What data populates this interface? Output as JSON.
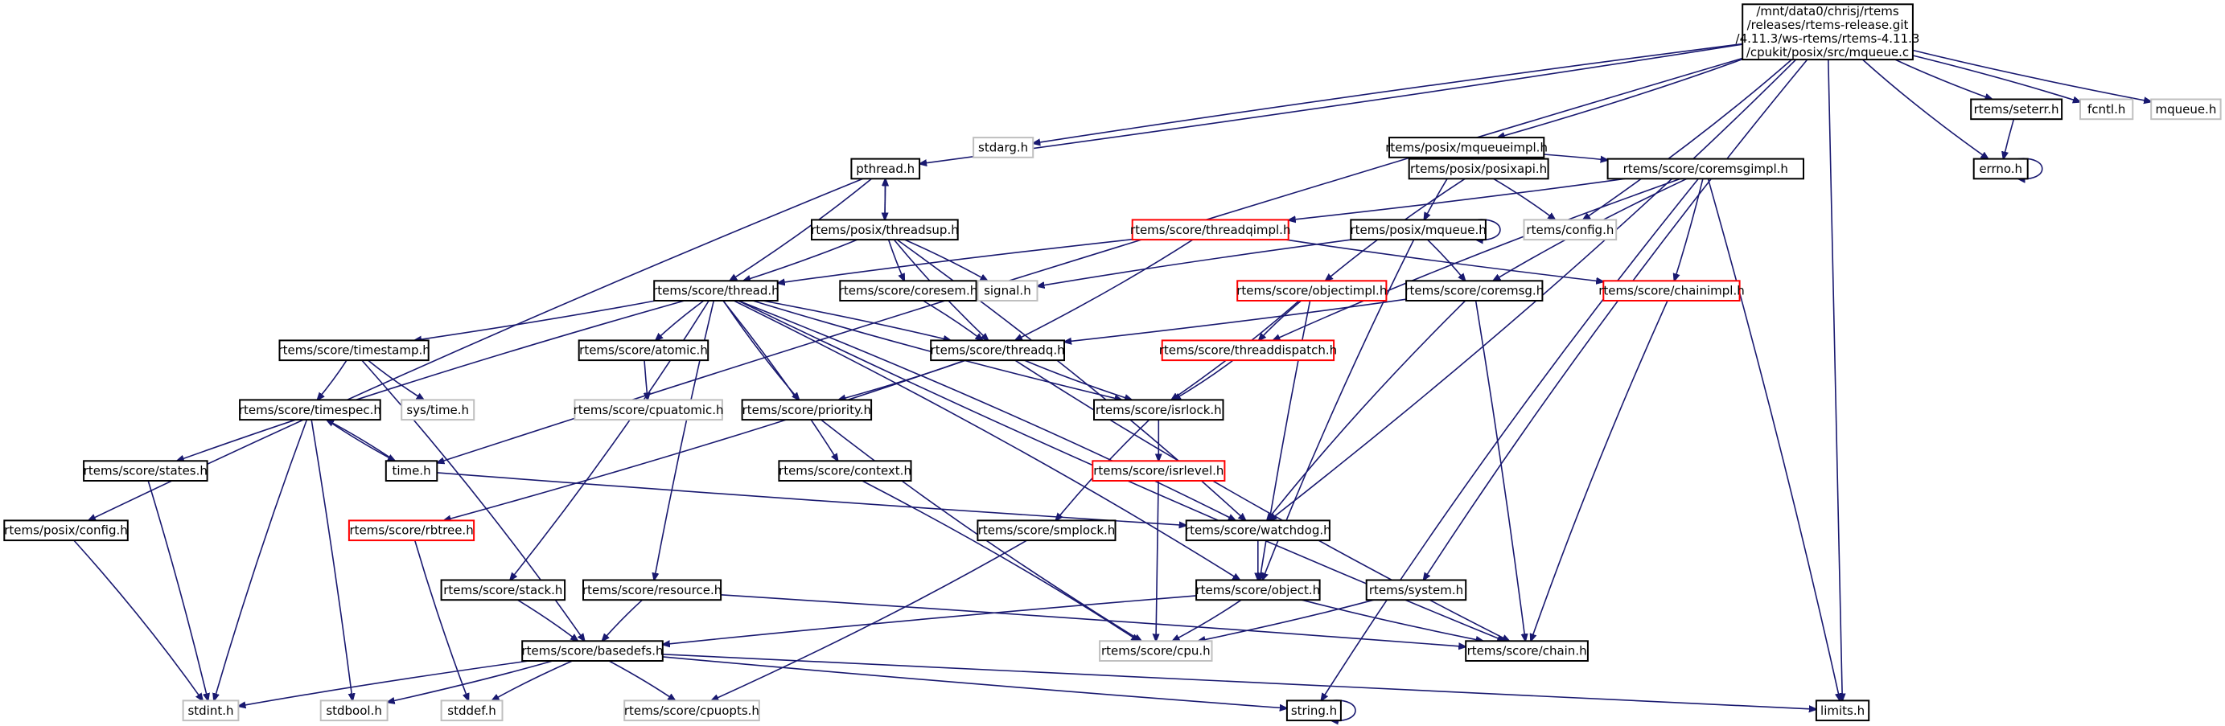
{
  "title": "Include dependency graph for mqueue.c",
  "colors": {
    "edge": "#191970",
    "root_fill": "#bfbfbf",
    "documented_border": "#000000",
    "undocumented_border": "#bfbfbf",
    "truncated_border": "#ff0000"
  },
  "nodes": [
    {
      "id": "root",
      "label": "/mnt/data0/chrisj/rtems\n/releases/rtems-release.git\n/4.11.3/ws-rtems/rtems-4.11.3\n/cpukit/posix/src/mqueue.c",
      "kind": "root"
    },
    {
      "id": "stdarg",
      "label": "stdarg.h",
      "kind": "external"
    },
    {
      "id": "mqueueimpl",
      "label": "rtems/posix/mqueueimpl.h",
      "kind": "documented"
    },
    {
      "id": "seterr",
      "label": "rtems/seterr.h",
      "kind": "documented"
    },
    {
      "id": "fcntl",
      "label": "fcntl.h",
      "kind": "external"
    },
    {
      "id": "mqueue_sys",
      "label": "mqueue.h",
      "kind": "external"
    },
    {
      "id": "pthread",
      "label": "pthread.h",
      "kind": "documented"
    },
    {
      "id": "errno",
      "label": "errno.h",
      "kind": "documented"
    },
    {
      "id": "posixapi",
      "label": "rtems/posix/posixapi.h",
      "kind": "documented"
    },
    {
      "id": "coremsgimpl",
      "label": "rtems/score/coremsgimpl.h",
      "kind": "documented"
    },
    {
      "id": "threadsup",
      "label": "rtems/posix/threadsup.h",
      "kind": "documented"
    },
    {
      "id": "threadqimpl",
      "label": "rtems/score/threadqimpl.h",
      "kind": "truncated"
    },
    {
      "id": "posix_mqueue",
      "label": "rtems/posix/mqueue.h",
      "kind": "documented"
    },
    {
      "id": "config",
      "label": "rtems/config.h",
      "kind": "external"
    },
    {
      "id": "thread",
      "label": "rtems/score/thread.h",
      "kind": "documented"
    },
    {
      "id": "coresem",
      "label": "rtems/score/coresem.h",
      "kind": "documented"
    },
    {
      "id": "signal",
      "label": "signal.h",
      "kind": "external"
    },
    {
      "id": "objectimpl",
      "label": "rtems/score/objectimpl.h",
      "kind": "truncated"
    },
    {
      "id": "coremsg",
      "label": "rtems/score/coremsg.h",
      "kind": "documented"
    },
    {
      "id": "chainimpl",
      "label": "rtems/score/chainimpl.h",
      "kind": "truncated"
    },
    {
      "id": "timestamp",
      "label": "rtems/score/timestamp.h",
      "kind": "documented"
    },
    {
      "id": "atomic",
      "label": "rtems/score/atomic.h",
      "kind": "documented"
    },
    {
      "id": "threadq",
      "label": "rtems/score/threadq.h",
      "kind": "documented"
    },
    {
      "id": "threaddispatch",
      "label": "rtems/score/threaddispatch.h",
      "kind": "truncated"
    },
    {
      "id": "systime",
      "label": "sys/time.h",
      "kind": "external"
    },
    {
      "id": "timespec",
      "label": "rtems/score/timespec.h",
      "kind": "documented"
    },
    {
      "id": "cpuatomic",
      "label": "rtems/score/cpuatomic.h",
      "kind": "external"
    },
    {
      "id": "priority",
      "label": "rtems/score/priority.h",
      "kind": "documented"
    },
    {
      "id": "isrlock",
      "label": "rtems/score/isrlock.h",
      "kind": "documented"
    },
    {
      "id": "states",
      "label": "rtems/score/states.h",
      "kind": "documented"
    },
    {
      "id": "time",
      "label": "time.h",
      "kind": "documented"
    },
    {
      "id": "context",
      "label": "rtems/score/context.h",
      "kind": "documented"
    },
    {
      "id": "isrlevel",
      "label": "rtems/score/isrlevel.h",
      "kind": "truncated"
    },
    {
      "id": "posix_config",
      "label": "rtems/posix/config.h",
      "kind": "documented"
    },
    {
      "id": "rbtree",
      "label": "rtems/score/rbtree.h",
      "kind": "truncated"
    },
    {
      "id": "smplock",
      "label": "rtems/score/smplock.h",
      "kind": "documented"
    },
    {
      "id": "watchdog",
      "label": "rtems/score/watchdog.h",
      "kind": "documented"
    },
    {
      "id": "stack",
      "label": "rtems/score/stack.h",
      "kind": "documented"
    },
    {
      "id": "resource",
      "label": "rtems/score/resource.h",
      "kind": "documented"
    },
    {
      "id": "object",
      "label": "rtems/score/object.h",
      "kind": "documented"
    },
    {
      "id": "system",
      "label": "rtems/system.h",
      "kind": "documented"
    },
    {
      "id": "basedefs",
      "label": "rtems/score/basedefs.h",
      "kind": "documented"
    },
    {
      "id": "cpu",
      "label": "rtems/score/cpu.h",
      "kind": "external"
    },
    {
      "id": "chain",
      "label": "rtems/score/chain.h",
      "kind": "documented"
    },
    {
      "id": "stdint",
      "label": "stdint.h",
      "kind": "external"
    },
    {
      "id": "stdbool",
      "label": "stdbool.h",
      "kind": "external"
    },
    {
      "id": "stddef",
      "label": "stddef.h",
      "kind": "external"
    },
    {
      "id": "cpuopts",
      "label": "rtems/score/cpuopts.h",
      "kind": "external"
    },
    {
      "id": "string",
      "label": "string.h",
      "kind": "documented"
    },
    {
      "id": "limits",
      "label": "limits.h",
      "kind": "documented"
    }
  ],
  "edges": [
    [
      "root",
      "stdarg"
    ],
    [
      "root",
      "mqueueimpl"
    ],
    [
      "root",
      "seterr"
    ],
    [
      "root",
      "fcntl"
    ],
    [
      "root",
      "mqueue_sys"
    ],
    [
      "root",
      "pthread"
    ],
    [
      "root",
      "errno"
    ],
    [
      "root",
      "config"
    ],
    [
      "root",
      "time"
    ],
    [
      "root",
      "watchdog"
    ],
    [
      "root",
      "system"
    ],
    [
      "root",
      "limits"
    ],
    [
      "seterr",
      "errno"
    ],
    [
      "errno",
      "errno"
    ],
    [
      "mqueueimpl",
      "posixapi"
    ],
    [
      "mqueueimpl",
      "coremsgimpl"
    ],
    [
      "mqueueimpl",
      "posix_mqueue"
    ],
    [
      "posixapi",
      "config"
    ],
    [
      "posixapi",
      "objectimpl"
    ],
    [
      "coremsgimpl",
      "threadqimpl"
    ],
    [
      "coremsgimpl",
      "coremsg"
    ],
    [
      "coremsgimpl",
      "chainimpl"
    ],
    [
      "coremsgimpl",
      "threaddispatch"
    ],
    [
      "coremsgimpl",
      "limits"
    ],
    [
      "coremsgimpl",
      "string"
    ],
    [
      "pthread",
      "threadsup"
    ],
    [
      "threadsup",
      "pthread"
    ],
    [
      "pthread",
      "thread"
    ],
    [
      "pthread",
      "posix_config"
    ],
    [
      "threadsup",
      "thread"
    ],
    [
      "threadsup",
      "coresem"
    ],
    [
      "threadsup",
      "signal"
    ],
    [
      "threadsup",
      "threadq"
    ],
    [
      "threadsup",
      "watchdog"
    ],
    [
      "threadqimpl",
      "thread"
    ],
    [
      "threadqimpl",
      "threadq"
    ],
    [
      "threadqimpl",
      "chainimpl"
    ],
    [
      "posix_mqueue",
      "posix_mqueue"
    ],
    [
      "posix_mqueue",
      "signal"
    ],
    [
      "posix_mqueue",
      "coremsg"
    ],
    [
      "posix_mqueue",
      "object"
    ],
    [
      "thread",
      "timestamp"
    ],
    [
      "thread",
      "atomic"
    ],
    [
      "thread",
      "threadq"
    ],
    [
      "thread",
      "priority"
    ],
    [
      "thread",
      "context"
    ],
    [
      "thread",
      "isrlock"
    ],
    [
      "thread",
      "watchdog"
    ],
    [
      "thread",
      "states"
    ],
    [
      "thread",
      "stack"
    ],
    [
      "thread",
      "resource"
    ],
    [
      "thread",
      "object"
    ],
    [
      "thread",
      "chain"
    ],
    [
      "coresem",
      "threadq"
    ],
    [
      "objectimpl",
      "threaddispatch"
    ],
    [
      "objectimpl",
      "isrlock"
    ],
    [
      "objectimpl",
      "object"
    ],
    [
      "coremsg",
      "threadq"
    ],
    [
      "coremsg",
      "watchdog"
    ],
    [
      "coremsg",
      "chain"
    ],
    [
      "chainimpl",
      "chain"
    ],
    [
      "timestamp",
      "timespec"
    ],
    [
      "timestamp",
      "systime"
    ],
    [
      "timestamp",
      "basedefs"
    ],
    [
      "atomic",
      "cpuatomic"
    ],
    [
      "threadq",
      "priority"
    ],
    [
      "threadq",
      "isrlock"
    ],
    [
      "threadq",
      "rbtree"
    ],
    [
      "threadq",
      "chain"
    ],
    [
      "threaddispatch",
      "isrlock"
    ],
    [
      "timespec",
      "time"
    ],
    [
      "time",
      "timespec"
    ],
    [
      "timespec",
      "stdint"
    ],
    [
      "timespec",
      "stdbool"
    ],
    [
      "priority",
      "cpu"
    ],
    [
      "isrlock",
      "isrlevel"
    ],
    [
      "isrlock",
      "smplock"
    ],
    [
      "states",
      "stdint"
    ],
    [
      "time",
      "watchdog"
    ],
    [
      "context",
      "cpu"
    ],
    [
      "isrlevel",
      "cpu"
    ],
    [
      "posix_config",
      "stdint"
    ],
    [
      "rbtree",
      "stddef"
    ],
    [
      "smplock",
      "cpuopts"
    ],
    [
      "watchdog",
      "object"
    ],
    [
      "stack",
      "basedefs"
    ],
    [
      "resource",
      "basedefs"
    ],
    [
      "resource",
      "chain"
    ],
    [
      "object",
      "basedefs"
    ],
    [
      "object",
      "cpu"
    ],
    [
      "object",
      "chain"
    ],
    [
      "system",
      "cpu"
    ],
    [
      "basedefs",
      "stdint"
    ],
    [
      "basedefs",
      "stdbool"
    ],
    [
      "basedefs",
      "stddef"
    ],
    [
      "basedefs",
      "cpuopts"
    ],
    [
      "basedefs",
      "string"
    ],
    [
      "basedefs",
      "limits"
    ],
    [
      "string",
      "string"
    ]
  ]
}
